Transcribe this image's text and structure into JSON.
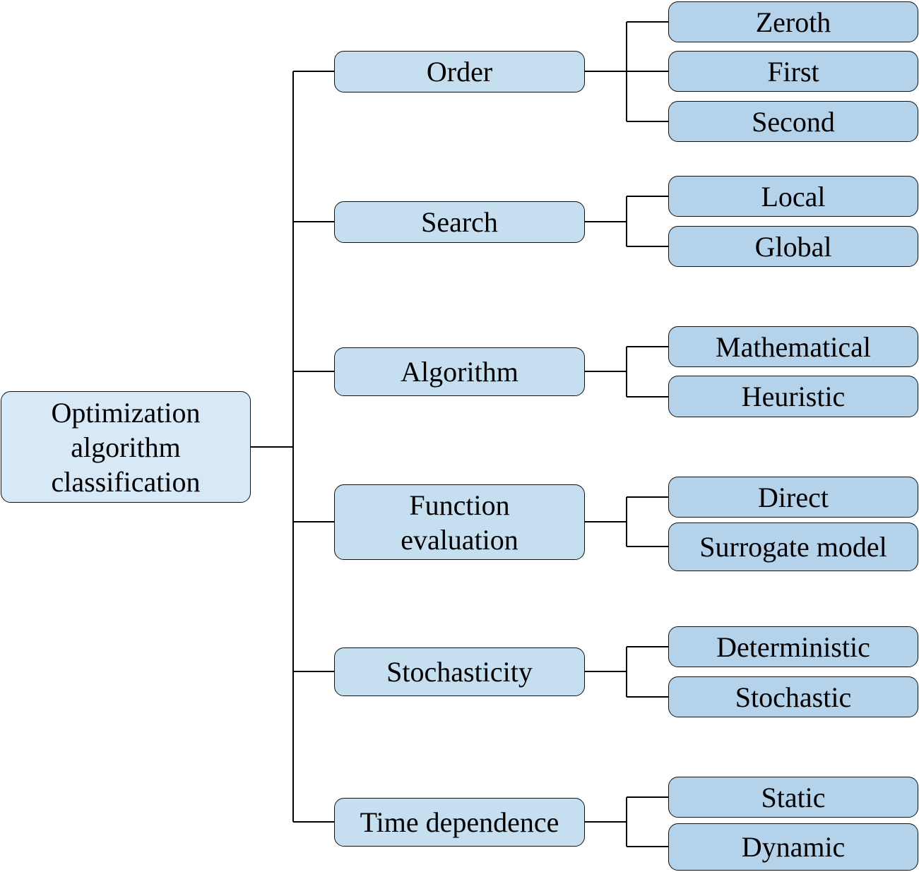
{
  "root": {
    "lines": [
      "Optimization",
      "algorithm",
      "classification"
    ]
  },
  "categories": [
    {
      "lines": [
        "Order"
      ],
      "children": [
        {
          "label": "Zeroth"
        },
        {
          "label": "First"
        },
        {
          "label": "Second"
        }
      ]
    },
    {
      "lines": [
        "Search"
      ],
      "children": [
        {
          "label": "Local"
        },
        {
          "label": "Global"
        }
      ]
    },
    {
      "lines": [
        "Algorithm"
      ],
      "children": [
        {
          "label": "Mathematical"
        },
        {
          "label": "Heuristic"
        }
      ]
    },
    {
      "lines": [
        "Function",
        "evaluation"
      ],
      "children": [
        {
          "label": "Direct"
        },
        {
          "label": "Surrogate model"
        }
      ]
    },
    {
      "lines": [
        "Stochasticity"
      ],
      "children": [
        {
          "label": "Deterministic"
        },
        {
          "label": "Stochastic"
        }
      ]
    },
    {
      "lines": [
        "Time dependence"
      ],
      "children": [
        {
          "label": "Static"
        },
        {
          "label": "Dynamic"
        }
      ]
    }
  ],
  "colors": {
    "root_fill": "#d7e8f6",
    "category_fill": "#c5dff1",
    "leaf_fill": "#b4d3eb",
    "border": "#111111",
    "connector": "#000000"
  }
}
